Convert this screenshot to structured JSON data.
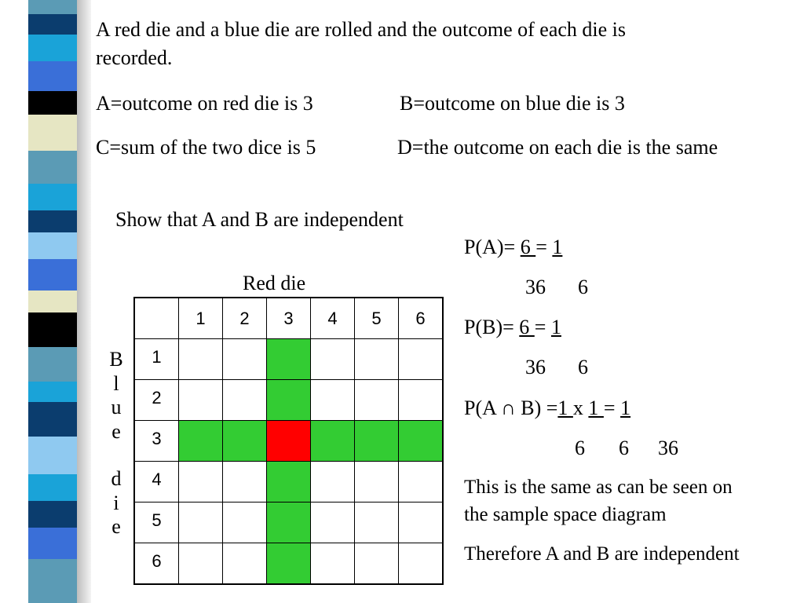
{
  "intro": {
    "line1": "A red die and a blue die are rolled and the outcome of each die is",
    "line2": "recorded.",
    "event_a": "A=outcome on red die is 3",
    "event_b": "B=outcome on blue die is 3",
    "event_c": "C=sum of the two dice is 5",
    "event_d": "D=the outcome on each die is the same"
  },
  "task": "Show that A and B are independent",
  "grid": {
    "title": "Red die",
    "blue_label_top": [
      "B",
      "l",
      "u",
      "e"
    ],
    "blue_label_bottom": [
      "d",
      "i",
      "e"
    ],
    "column_headers": [
      "1",
      "2",
      "3",
      "4",
      "5",
      "6"
    ],
    "row_headers": [
      "1",
      "2",
      "3",
      "4",
      "5",
      "6"
    ],
    "highlight": {
      "red_die_value": "3",
      "blue_die_value": "3",
      "colors": {
        "event_cells": "#33cc33",
        "intersection_cell": "#ff0000"
      }
    }
  },
  "working": {
    "pa_prefix": "P(A)=",
    "pa_num1": " 6 ",
    "pa_eq": "=",
    "pa_num2": " 1 ",
    "pa_den1": "36",
    "pa_den2": "6",
    "pb_prefix": "P(B)=",
    "pb_num1": " 6 ",
    "pb_eq": "=",
    "pb_num2": " 1 ",
    "pb_den1": "36",
    "pb_den2": "6",
    "pab_prefix": "P(A ∩ B) =",
    "pab_num1": "1 ",
    "pab_times": "x",
    "pab_num2": " 1 ",
    "pab_eq": "=",
    "pab_num3": " 1 ",
    "pab_den1": "6",
    "pab_den2": "6",
    "pab_den3": "36",
    "note_line1": "This is the same as can be seen on",
    "note_line2": "the sample space diagram",
    "conclusion": "Therefore A and B are independent"
  },
  "theme": {
    "strip_colors": [
      "#4a90a4",
      "#0b3d6e",
      "#3a6fd8",
      "#000000",
      "#e6e6c3",
      "#5b9bb5",
      "#1aa3d8",
      "#8fc9f0",
      "#ffffff"
    ]
  }
}
